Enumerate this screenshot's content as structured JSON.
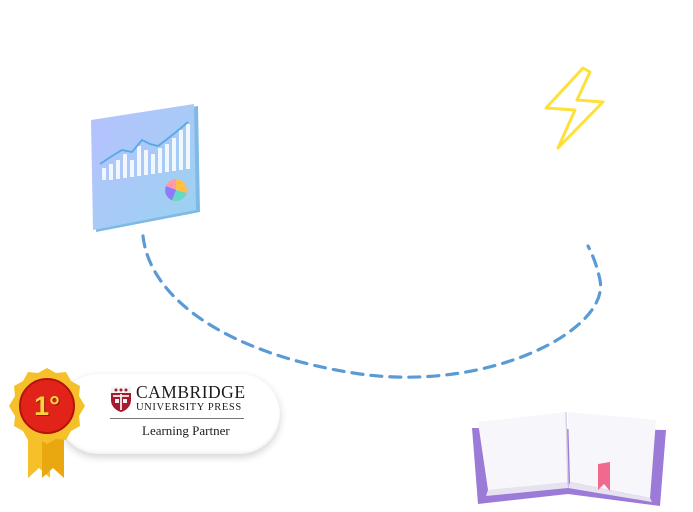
{
  "badge": {
    "rank": "1°",
    "brand_name": "CAMBRIDGE",
    "brand_subtitle": "UNIVERSITY PRESS",
    "partner_label": "Learning Partner"
  },
  "colors": {
    "path": "#5b9bd5",
    "lightning": "#ffe03a",
    "card": "#a8b8fb",
    "medal_red": "#e2231a",
    "medal_gold": "#f5c02a",
    "cambridge_red": "#a6192e",
    "book_cover": "#9c7ad8",
    "bookmark": "#ef6a8e"
  },
  "icons": [
    "dashboard-chart-icon",
    "lightning-icon",
    "medal-icon",
    "open-book-icon",
    "cambridge-shield-icon"
  ]
}
